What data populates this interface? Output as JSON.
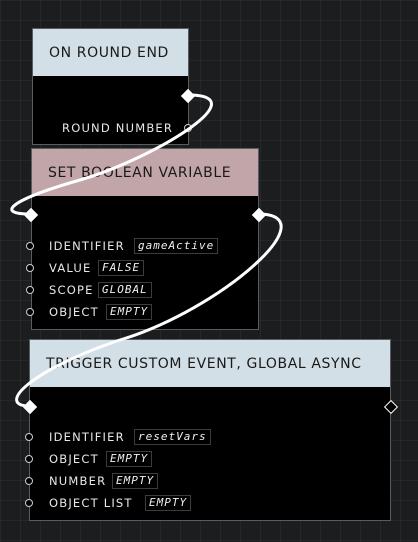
{
  "nodes": {
    "round_end": {
      "title": "ON ROUND END",
      "outputs": [
        {
          "label": "ROUND NUMBER"
        }
      ]
    },
    "set_bool": {
      "title": "SET BOOLEAN VARIABLE",
      "inputs": [
        {
          "label": "IDENTIFIER",
          "value": "gameActive"
        },
        {
          "label": "VALUE",
          "value": "FALSE"
        },
        {
          "label": "SCOPE",
          "value": "GLOBAL"
        },
        {
          "label": "OBJECT",
          "value": "EMPTY"
        }
      ]
    },
    "trigger_event": {
      "title": "TRIGGER CUSTOM EVENT, GLOBAL ASYNC",
      "inputs": [
        {
          "label": "IDENTIFIER",
          "value": "resetVars"
        },
        {
          "label": "OBJECT",
          "value": "EMPTY"
        },
        {
          "label": "NUMBER",
          "value": "EMPTY"
        },
        {
          "label": "OBJECT LIST",
          "value": "EMPTY"
        }
      ]
    }
  },
  "colors": {
    "canvas": "#1b1d1e",
    "header_event": "#d2dfe6",
    "header_action": "#c2a5a9",
    "node_body": "#000000",
    "wire": "#ffffff"
  }
}
